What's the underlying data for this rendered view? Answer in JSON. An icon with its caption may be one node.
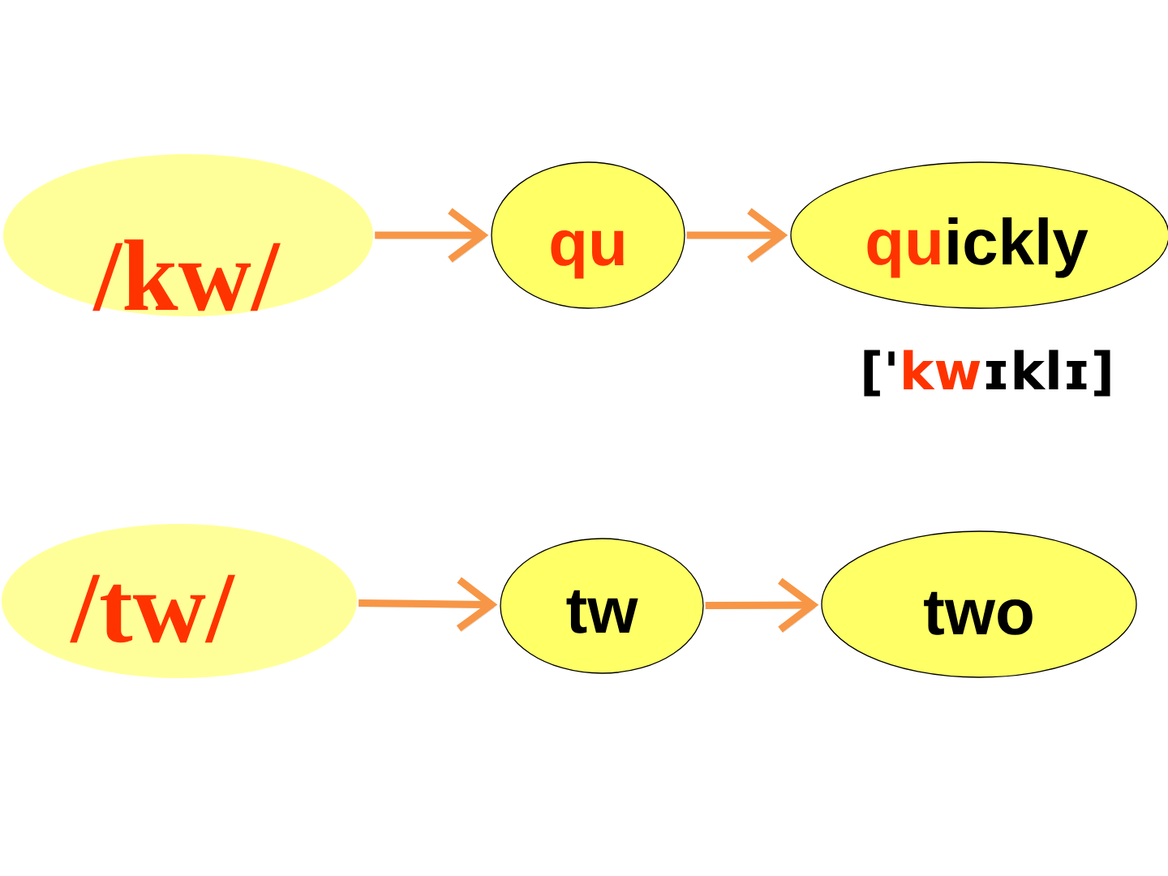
{
  "diagram": {
    "nodes": [
      {
        "text": [
          "/kw/"
        ]
      },
      {
        "text": [
          "qu"
        ]
      },
      {
        "text": [
          "quickly"
        ],
        "beside": [
          "['kwɪklɪ]"
        ]
      },
      {
        "text": [
          "/tw/"
        ]
      },
      {
        "text": [
          "tw"
        ]
      },
      {
        "text": [
          "two"
        ]
      }
    ],
    "edges": [
      {
        "from": 0,
        "to": 1,
        "arrow": "to"
      },
      {
        "from": 1,
        "to": 2,
        "arrow": "to"
      },
      {
        "from": 3,
        "to": 4,
        "arrow": "to"
      },
      {
        "from": 4,
        "to": 5,
        "arrow": "to"
      }
    ]
  }
}
